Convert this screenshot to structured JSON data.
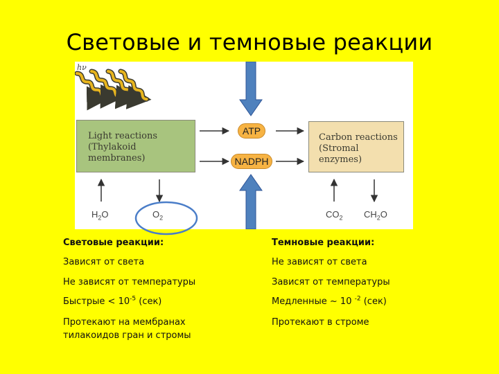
{
  "title": "Световые и темновые реакции",
  "diagram": {
    "light_symbol": "hν",
    "light_box": {
      "line1": "Light reactions",
      "line2": "(Thylakoid membranes)"
    },
    "carbon_box": {
      "line1": "Carbon reactions",
      "line2": "(Stromal enzymes)"
    },
    "atp": "ATP",
    "nadph": "NADPH",
    "h2o": {
      "base": "H",
      "sub": "2",
      "tail": "O"
    },
    "o2": {
      "base": "O",
      "sub": "2"
    },
    "co2": {
      "base": "CO",
      "sub": "2"
    },
    "ch2o": {
      "base": "CH",
      "sub": "2",
      "tail": "O"
    },
    "colors": {
      "light_box": "#A8C47E",
      "carbon_box": "#F3DFAE",
      "pill": "#F7B343",
      "blue_arrow": "#4F81BD",
      "wave": "#E8B51E",
      "circle": "#4A7DC8"
    }
  },
  "table": {
    "header": [
      "Световые реакции:",
      "Темновые реакции:"
    ],
    "rows": [
      {
        "left": "Зависят от света",
        "right": "Не зависят от света"
      },
      {
        "left": "Не зависят от температуры",
        "right": "Зависят от температуры"
      },
      {
        "left": {
          "pre": "Быстрые < 10",
          "sup": "-5",
          "post": " (сек)"
        },
        "right": {
          "pre": "Медленные ~ 10 ",
          "sup": "-2",
          "post": " (сек)"
        }
      },
      {
        "left": "Протекают на мембранах тилакоидов гран и стромы",
        "right": "Протекают в строме"
      }
    ]
  }
}
